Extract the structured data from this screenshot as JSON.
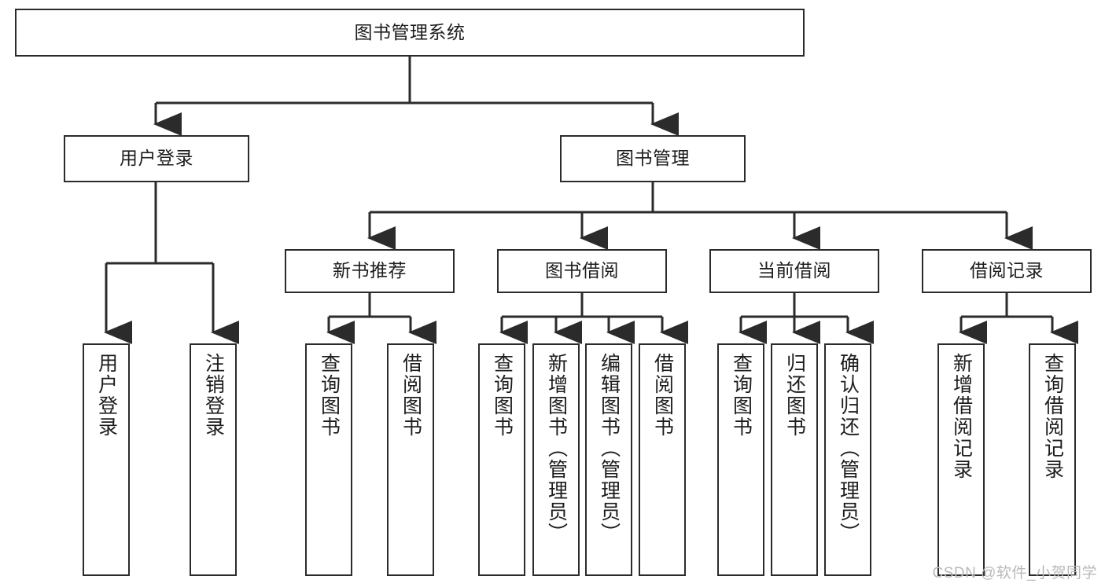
{
  "diagram": {
    "type": "hierarchy-tree",
    "title": "图书管理系统",
    "watermark": "CSDN @软件_小贺同学",
    "colors": {
      "box_border": "#2b2b2b",
      "box_fill": "#ffffff",
      "connector": "#2b2b2b",
      "text": "#1d1d1d",
      "watermark": "#b9b9b9"
    },
    "levels": {
      "root": {
        "label": "图书管理系统"
      },
      "level2": [
        {
          "label": "用户登录"
        },
        {
          "label": "图书管理"
        }
      ],
      "level3": [
        {
          "label": "新书推荐"
        },
        {
          "label": "图书借阅"
        },
        {
          "label": "当前借阅"
        },
        {
          "label": "借阅记录"
        }
      ],
      "leaves": {
        "user_login": [
          {
            "label": "用户登录"
          },
          {
            "label": "注销登录"
          }
        ],
        "new_book_recommend": [
          {
            "label": "查询图书"
          },
          {
            "label": "借阅图书"
          }
        ],
        "book_borrow": [
          {
            "label": "查询图书"
          },
          {
            "label": "新增图书（管理员）"
          },
          {
            "label": "编辑图书（管理员）"
          },
          {
            "label": "借阅图书"
          }
        ],
        "current_borrow": [
          {
            "label": "查询图书"
          },
          {
            "label": "归还图书"
          },
          {
            "label": "确认归还（管理员）"
          }
        ],
        "borrow_records": [
          {
            "label": "新增借阅记录"
          },
          {
            "label": "查询借阅记录"
          }
        ]
      }
    }
  }
}
